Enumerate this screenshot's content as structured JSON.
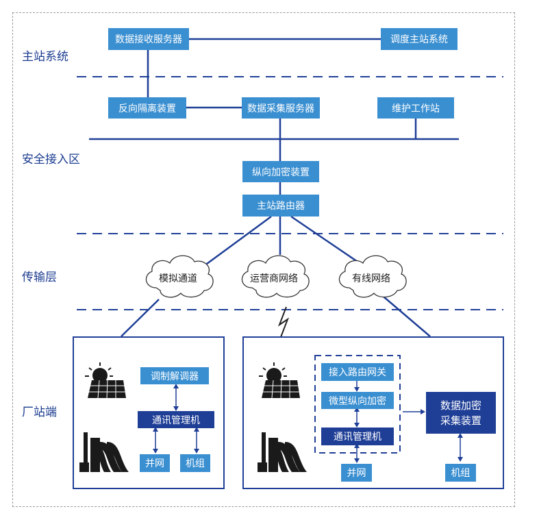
{
  "zones": {
    "master": "主站系统",
    "security": "安全接入区",
    "transport": "传输层",
    "plant": "厂站端"
  },
  "master": {
    "data_receive_server": "数据接收服务器",
    "dispatch_system": "调度主站系统"
  },
  "security": {
    "reverse_isolation": "反向隔离装置",
    "data_collect_server": "数据采集服务器",
    "maintenance_station": "维护工作站",
    "vertical_encryption": "纵向加密装置",
    "master_router": "主站路由器"
  },
  "transport": {
    "analog_channel": "模拟通道",
    "carrier_network": "运营商网络",
    "wired_network": "有线网络"
  },
  "plant_left": {
    "modem": "调制解调器",
    "comm_manager": "通讯管理机",
    "grid": "并网",
    "unit": "机组"
  },
  "plant_right": {
    "access_router": "接入路由网关",
    "micro_encryption": "微型纵向加密",
    "comm_manager": "通讯管理机",
    "grid": "并网",
    "encrypt_collect_line1": "数据加密",
    "encrypt_collect_line2": "采集装置",
    "unit": "机组"
  },
  "colors": {
    "light_box": "#3a8fd1",
    "dark_box": "#1f3f97",
    "line": "#1f3f97",
    "zone_text": "#1a3b8f"
  },
  "icons": [
    "solar-panel-icon",
    "hydro-dam-icon",
    "cloud-icon",
    "lightning-icon"
  ]
}
